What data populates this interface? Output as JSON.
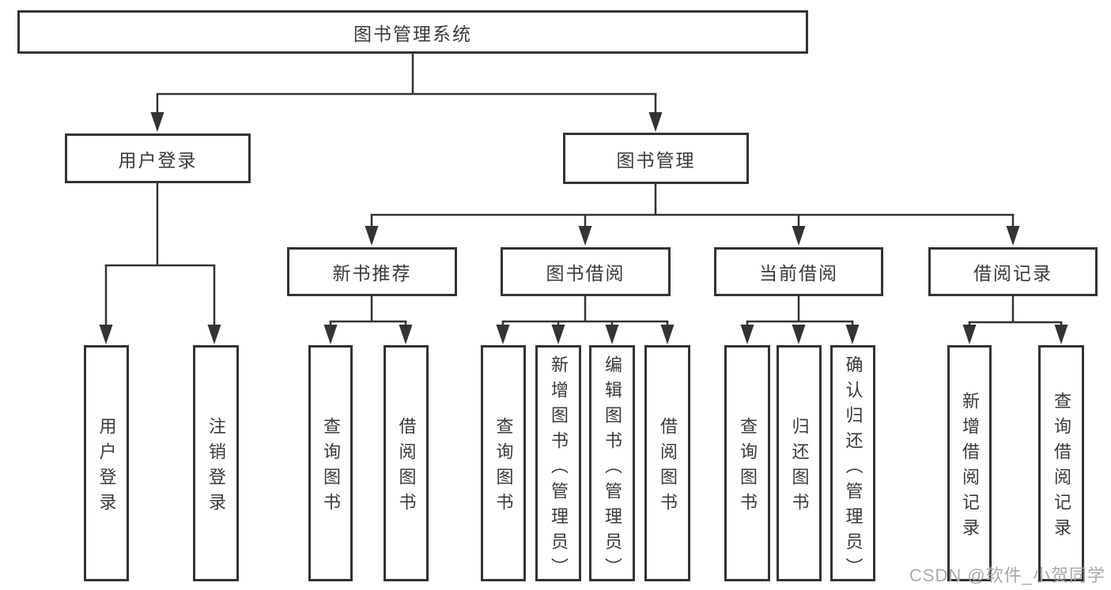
{
  "diagram_title": "图书管理系统",
  "nodes": {
    "root": "图书管理系统",
    "user_login": "用户登录",
    "book_management": "图书管理",
    "new_book_recommend": "新书推荐",
    "book_borrow": "图书借阅",
    "current_borrow": "当前借阅",
    "borrow_records": "借阅记录",
    "leaf_user_login": "用户登录",
    "leaf_logout": "注销登录",
    "leaf_query_book_1": "查询图书",
    "leaf_borrow_book_1": "借阅图书",
    "leaf_query_book_2": "查询图书",
    "leaf_add_book_admin": "新增图书（管理员）",
    "leaf_edit_book_admin": "编辑图书（管理员）",
    "leaf_borrow_book_2": "借阅图书",
    "leaf_query_book_3": "查询图书",
    "leaf_return_book": "归还图书",
    "leaf_confirm_return_admin": "确认归还（管理员）",
    "leaf_add_borrow_record": "新增借阅记录",
    "leaf_query_borrow_record": "查询借阅记录"
  },
  "hierarchy": {
    "root": "图书管理系统",
    "children": [
      {
        "label": "用户登录",
        "children": [
          {
            "label": "用户登录"
          },
          {
            "label": "注销登录"
          }
        ]
      },
      {
        "label": "图书管理",
        "children": [
          {
            "label": "新书推荐",
            "children": [
              {
                "label": "查询图书"
              },
              {
                "label": "借阅图书"
              }
            ]
          },
          {
            "label": "图书借阅",
            "children": [
              {
                "label": "查询图书"
              },
              {
                "label": "新增图书（管理员）"
              },
              {
                "label": "编辑图书（管理员）"
              },
              {
                "label": "借阅图书"
              }
            ]
          },
          {
            "label": "当前借阅",
            "children": [
              {
                "label": "查询图书"
              },
              {
                "label": "归还图书"
              },
              {
                "label": "确认归还（管理员）"
              }
            ]
          },
          {
            "label": "借阅记录",
            "children": [
              {
                "label": "新增借阅记录"
              },
              {
                "label": "查询借阅记录"
              }
            ]
          }
        ]
      }
    ]
  },
  "watermark": {
    "text": "CSDN @软件_小贺同学",
    "color": "#a9a9a9"
  },
  "colors": {
    "line": "#333333",
    "box_border": "#333333",
    "text": "#3a3a3a",
    "background": "#ffffff"
  }
}
